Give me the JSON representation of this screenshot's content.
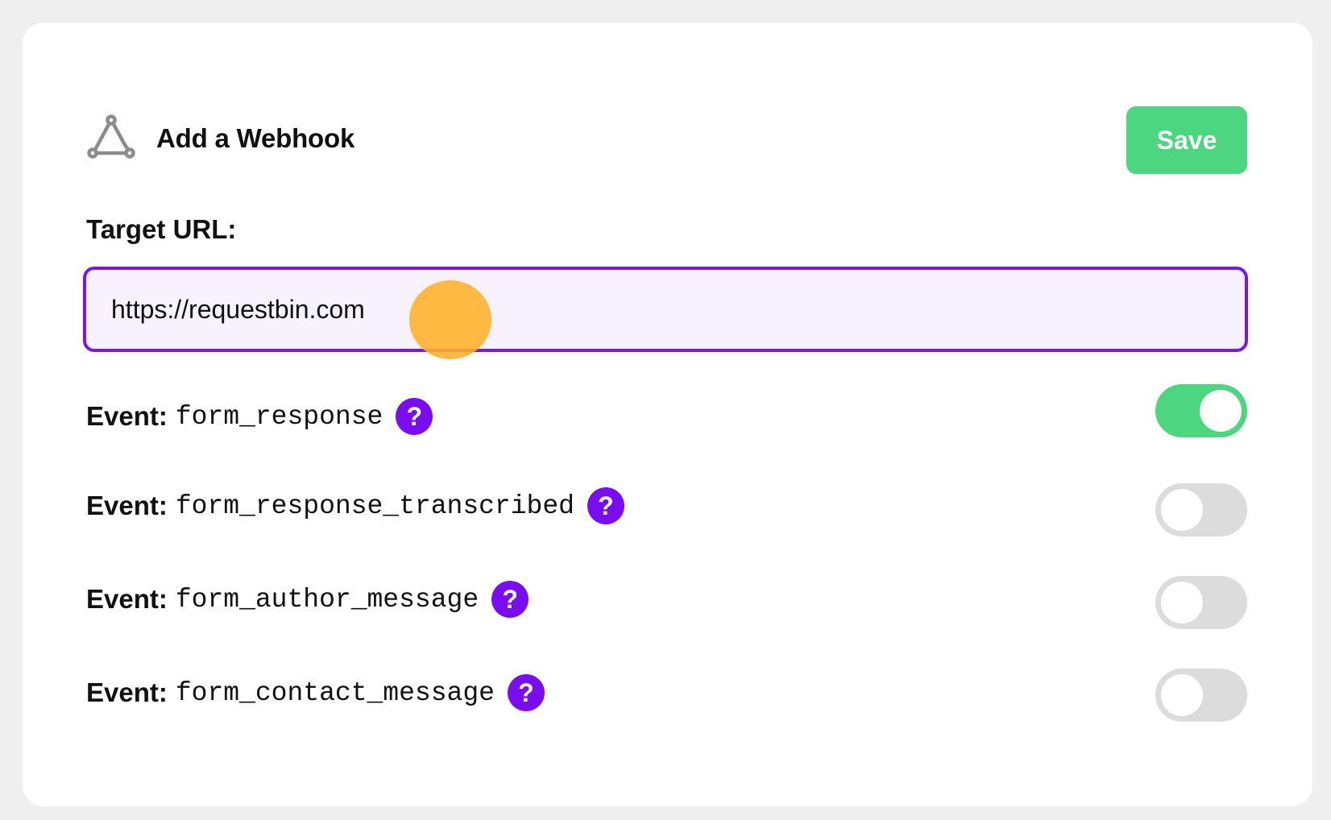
{
  "header": {
    "icon": "webhook-icon",
    "title": "Add a Webhook",
    "save_label": "Save"
  },
  "colors": {
    "accent": "#7a15f0",
    "save_button": "#4cd67f",
    "toggle_on": "#4cd67f",
    "toggle_off": "#dcdcdc",
    "input_background": "#f7f2fe",
    "cursor_highlight": "#ffb028"
  },
  "target_url": {
    "label": "Target URL:",
    "value": "https://requestbin.com"
  },
  "events": [
    {
      "prefix": "Event:",
      "name": "form_response",
      "help_icon": "question-mark-icon",
      "enabled": true
    },
    {
      "prefix": "Event:",
      "name": "form_response_transcribed",
      "help_icon": "question-mark-icon",
      "enabled": false
    },
    {
      "prefix": "Event:",
      "name": "form_author_message",
      "help_icon": "question-mark-icon",
      "enabled": false
    },
    {
      "prefix": "Event:",
      "name": "form_contact_message",
      "help_icon": "question-mark-icon",
      "enabled": false
    }
  ],
  "help_symbol": "?"
}
